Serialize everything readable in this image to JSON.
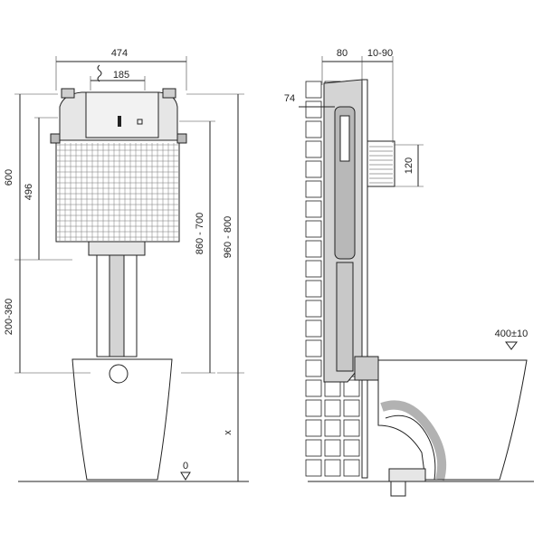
{
  "diagram": {
    "dimensions": {
      "frame_width": "474",
      "flush_plate_width": "185",
      "total_height": "600",
      "cistern_height": "496",
      "flush_height": "860 - 700",
      "frame_height": "960 - 800",
      "leg_adjustment": "200-360",
      "floor_level": "0",
      "variable_height": "x",
      "frame_depth": "80",
      "wall_gap": "10-90",
      "pipe_offset": "74",
      "outlet_height": "120",
      "bowl_height": "400±10"
    },
    "colors": {
      "stroke": "#222222",
      "frame_fill": "#d4d4d4",
      "tank_fill": "#e6e6e6",
      "background": "#ffffff"
    },
    "icons": [
      "chain-pull-icon",
      "floor-marker-icon",
      "floor-marker-icon"
    ]
  }
}
